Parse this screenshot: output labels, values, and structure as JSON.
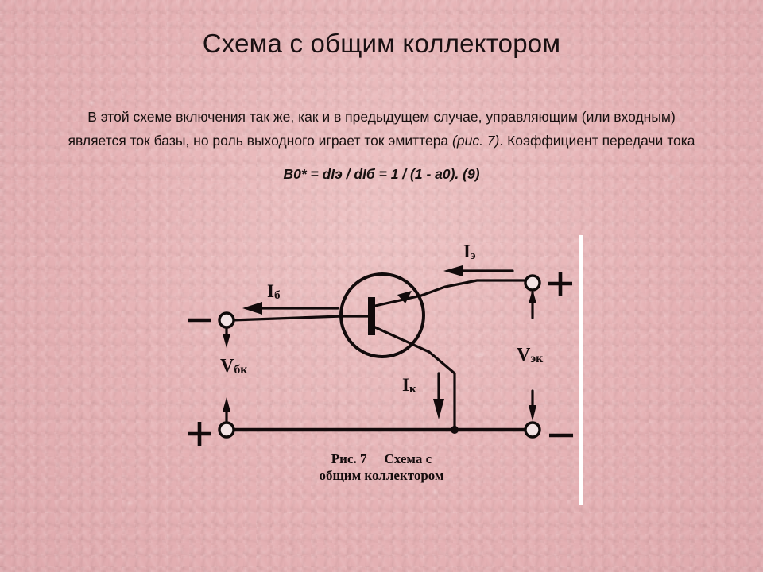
{
  "slide": {
    "title": "Схема с общим коллектором",
    "background_color": "#e6b2b5",
    "ink_color": "#17100f"
  },
  "body": {
    "line1": "В этой схеме включения так же, как и в предыдущем случае, управляющим (или входным)",
    "line2_part1": "является ток базы, но роль выходного играет ток эмиттера ",
    "line2_italic": "(рис. 7)",
    "line2_part2": ". Коэффициент передачи тока"
  },
  "formula": {
    "text": "B0* = dIэ / dIб = 1 / (1 - a0). (9)"
  },
  "figure": {
    "labels": {
      "ib_main": "I",
      "ib_sub": "б",
      "ie_main": "I",
      "ie_sub": "э",
      "ik_main": "I",
      "ik_sub": "к",
      "vbk_main": "V",
      "vbk_sub": "бк",
      "vek_main": "V",
      "vek_sub": "эк"
    },
    "terminals": {
      "top_left_sign": "−",
      "bottom_left_sign": "+",
      "top_right_sign": "+",
      "bottom_right_sign": "−"
    }
  },
  "caption": {
    "line1_a": "Рис. 7",
    "line1_b": "Схема с",
    "line2": "общим коллектором"
  }
}
